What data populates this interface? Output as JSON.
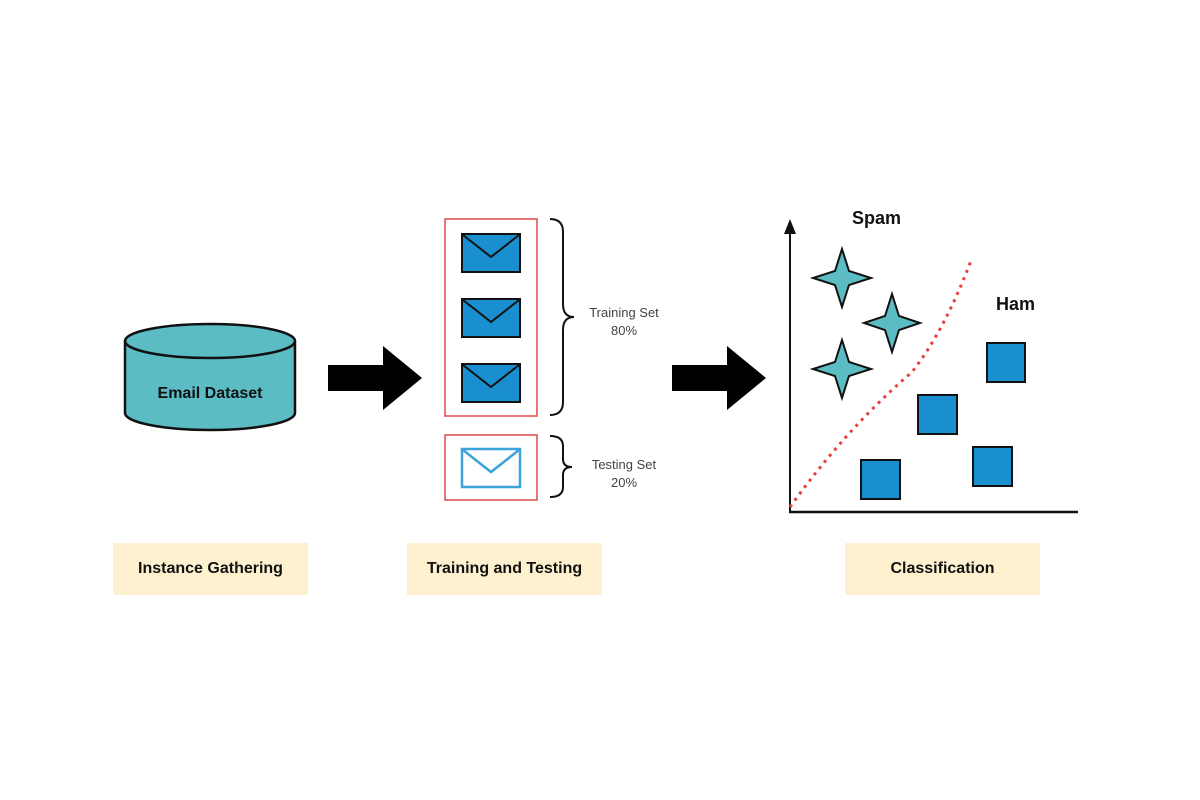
{
  "dataset": {
    "label": "Email Dataset"
  },
  "splits": {
    "training": {
      "name": "Training Set",
      "percent": "80%"
    },
    "testing": {
      "name": "Testing Set",
      "percent": "20%"
    }
  },
  "classification": {
    "spam_label": "Spam",
    "ham_label": "Ham"
  },
  "stages": {
    "gathering": "Instance Gathering",
    "training": "Training and Testing",
    "classification": "Classification"
  },
  "colors": {
    "cylinder": "#5bbcc4",
    "envelope": "#1a8fd0",
    "envelope_light": "#3aa3d8",
    "star": "#5bbcc4",
    "square": "#1a8fd0",
    "split_box_border": "#e04848",
    "boundary": "#e84040",
    "stage_bg": "#fdf1d0"
  },
  "icons": [
    "database-icon",
    "arrow-right-icon",
    "envelope-icon",
    "star-icon",
    "square-icon",
    "brace-icon"
  ]
}
